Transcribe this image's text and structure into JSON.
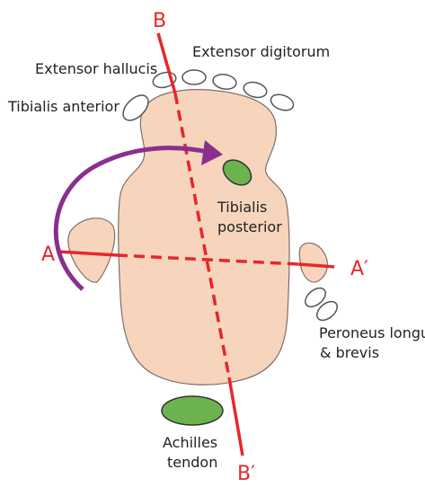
{
  "colors": {
    "body_fill": "#f7d5bd",
    "body_stroke": "#7d6e68",
    "axis_red": "#e8262b",
    "arrow_purple": "#8b2f8f",
    "tendon_green": "#6cb24e",
    "tendon_stroke": "#333333",
    "oval_stroke": "#555555"
  },
  "axes": {
    "b_top": "B",
    "b_bottom": "B′",
    "a_left": "A",
    "a_right": "A′"
  },
  "labels": {
    "extensor_digitorum": "Extensor digitorum",
    "extensor_hallucis": "Extensor hallucis",
    "tibialis_anterior": "Tibialis anterior",
    "tibialis_posterior_line1": "Tibialis",
    "tibialis_posterior_line2": "posterior",
    "peroneus_line1": "Peroneus longus",
    "peroneus_line2": "& brevis",
    "achilles_line1": "Achilles",
    "achilles_line2": "tendon"
  }
}
